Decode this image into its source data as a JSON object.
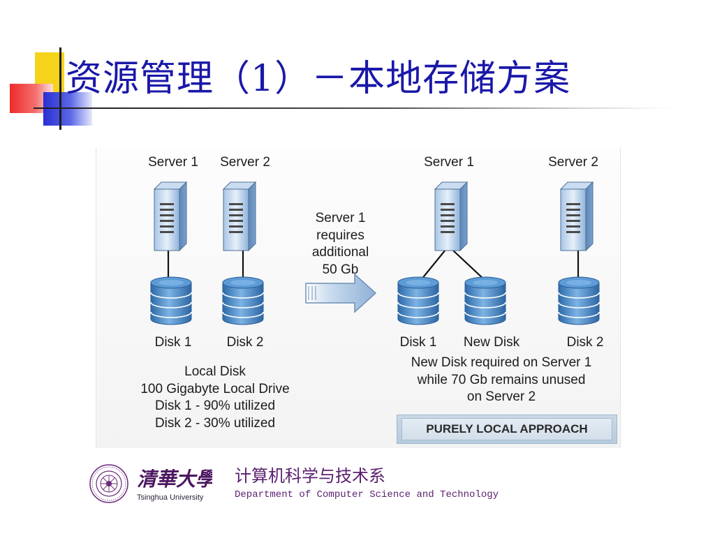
{
  "title": "资源管理（1）－本地存储方案",
  "diagram": {
    "left": {
      "servers": [
        {
          "label": "Server 1",
          "disk": "Disk 1"
        },
        {
          "label": "Server 2",
          "disk": "Disk 2"
        }
      ],
      "summary": [
        "Local Disk",
        "100 Gigabyte Local Drive",
        "Disk 1 - 90% utilized",
        "Disk 2 - 30% utilized"
      ]
    },
    "arrow_text": [
      "Server 1",
      "requires",
      "additional",
      "50 Gb"
    ],
    "right": {
      "servers": [
        "Server 1",
        "Server 2"
      ],
      "disks": [
        "Disk 1",
        "New Disk",
        "Disk 2"
      ],
      "summary": [
        "New Disk required on Server 1",
        "while 70 Gb remains unused",
        "on Server 2"
      ],
      "approach_label": "PURELY LOCAL APPROACH"
    }
  },
  "footer": {
    "university_logo_cn": "清華大學",
    "university_en": "Tsinghua University",
    "dept_cn": "计算机科学与技术系",
    "dept_en": "Department of Computer Science and Technology"
  },
  "colors": {
    "title": "#1a18a8",
    "dept_text": "#5a1f6f",
    "disk_blue": "#3d7fc1",
    "server_blue": "#8fb3da"
  }
}
